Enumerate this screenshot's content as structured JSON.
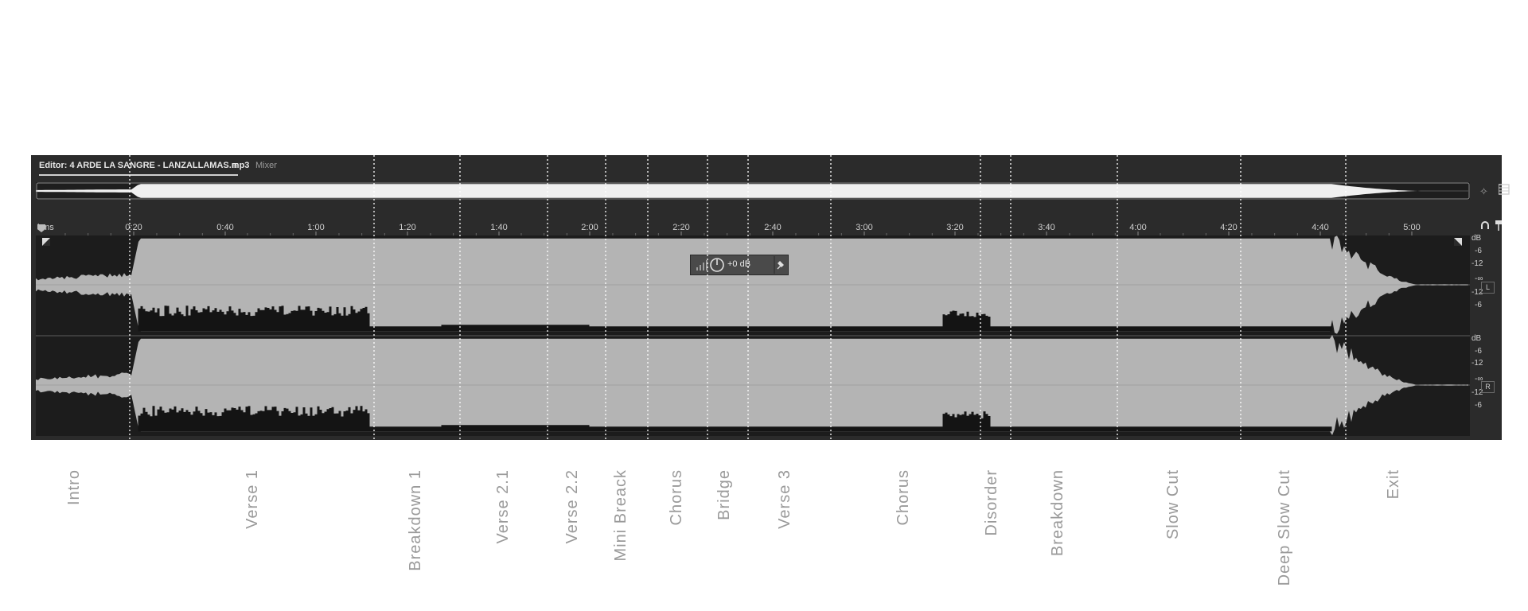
{
  "editor": {
    "tab_editor": "Editor: 4 ARDE LA SANGRE - LANZALLAMAS.mp3",
    "tab_mixer": "Mixer",
    "time_unit": "hms",
    "time_labels": [
      "0:20",
      "0:40",
      "1:00",
      "1:20",
      "1:40",
      "2:00",
      "2:20",
      "2:40",
      "3:00",
      "3:20",
      "3:40",
      "4:00",
      "4:20",
      "4:40",
      "5:00"
    ],
    "db_labels": [
      "dB",
      "-6",
      "-12",
      "-∞",
      "-12",
      "-6"
    ],
    "channel_left": "L",
    "channel_right": "R",
    "hud_gain": "+0 dB",
    "colors": {
      "panel": "#2b2b2b",
      "waveform": "#b4b4b4",
      "waveform_dark": "#141414",
      "marker": "#ffffff",
      "section_label": "#9a9a9a"
    },
    "icons": [
      "menu-icon",
      "zoom-icon",
      "overview-settings-icon",
      "snap-icon",
      "pin-icon",
      "gain-meter-icon",
      "gain-knob-icon",
      "hud-pin-icon",
      "playhead-icon",
      "fade-in-handle-icon",
      "fade-out-handle-icon"
    ]
  },
  "sections": [
    {
      "label": "Intro"
    },
    {
      "label": "Verse 1"
    },
    {
      "label": "Breakdown 1"
    },
    {
      "label": "Verse 2.1"
    },
    {
      "label": "Verse 2.2"
    },
    {
      "label": "Mini Breack"
    },
    {
      "label": "Chorus"
    },
    {
      "label": "Bridge"
    },
    {
      "label": "Verse 3"
    },
    {
      "label": "Chorus"
    },
    {
      "label": "Disorder"
    },
    {
      "label": "Breakdown"
    },
    {
      "label": "Slow Cut"
    },
    {
      "label": "Deep Slow Cut"
    },
    {
      "label": "Exit"
    }
  ]
}
